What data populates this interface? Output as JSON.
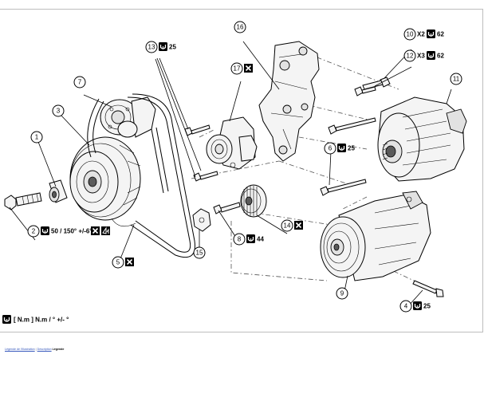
{
  "callouts": {
    "c1": "1",
    "c2": "2",
    "c3": "3",
    "c4": "4",
    "c5": "5",
    "c6": "6",
    "c7": "7",
    "c8": "8",
    "c9": "9",
    "c10": "10",
    "c11": "11",
    "c12": "12",
    "c13": "13",
    "c14": "14",
    "c15": "15",
    "c16": "16",
    "c17": "17"
  },
  "torques": {
    "t2": "50 / 150° +/-6°",
    "t4": "25",
    "t6": "25",
    "t8": "44",
    "t10_qty": "X2",
    "t10": "62",
    "t12_qty": "X3",
    "t12": "62",
    "t13": "25"
  },
  "legend": {
    "text": "[ N.m ] N.m / ° +/- °"
  },
  "footer": {
    "link1": "Légende de l'illustration",
    "link2": "Description",
    "current": "Légende"
  },
  "icons": {
    "torque": "torque-wrench-icon",
    "replace": "replace-part-icon",
    "oil": "lubricate-icon"
  },
  "colors": {
    "ink": "#000000",
    "link": "#3355bb",
    "frame": "#bdbdbd"
  }
}
